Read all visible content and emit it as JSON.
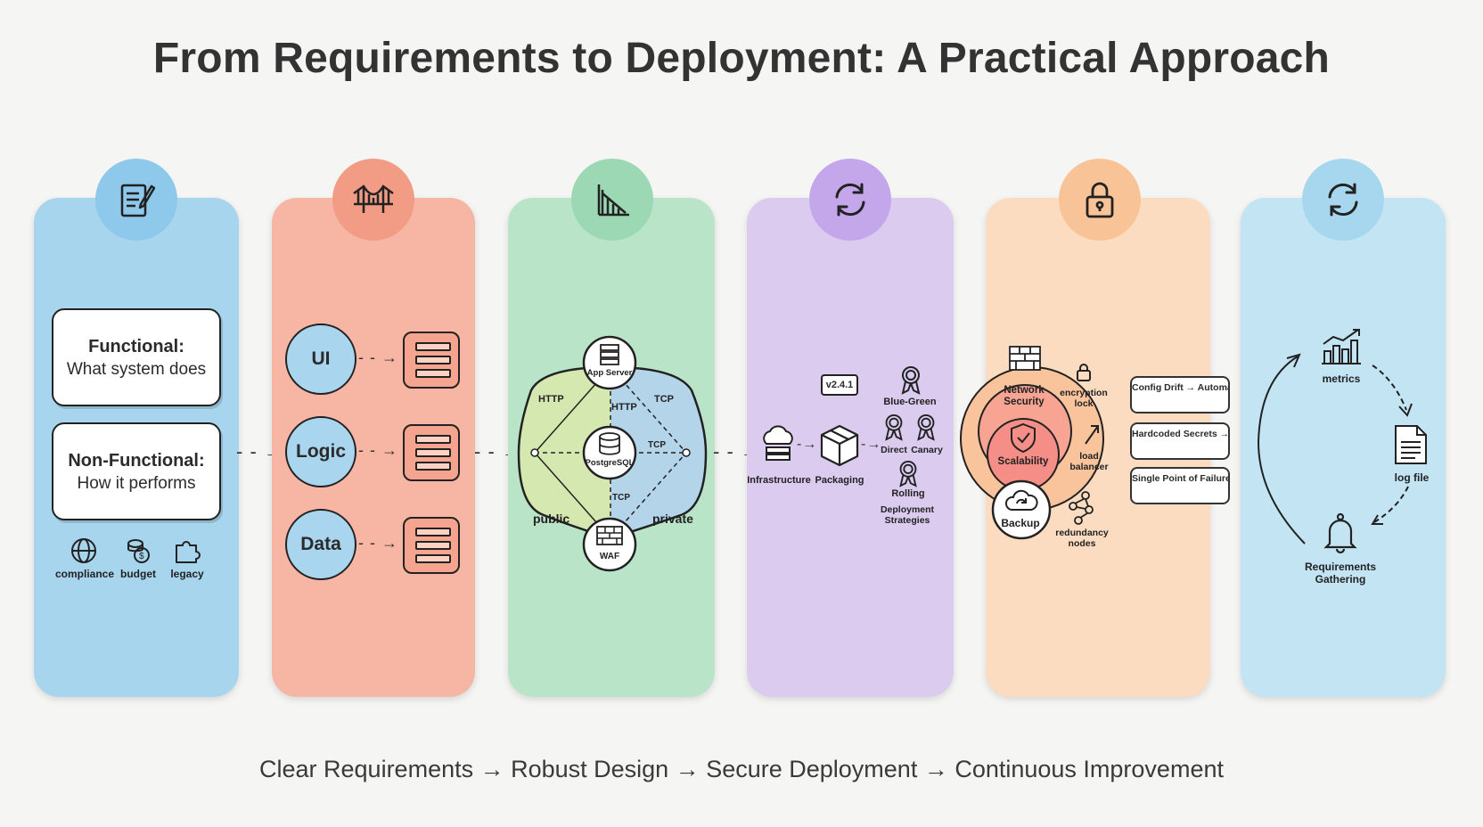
{
  "title": "From Requirements to Deployment: A Practical Approach",
  "footer": "Clear Requirements → Robust Design → Secure Deployment → Continuous Improvement",
  "colors": {
    "panel1": "#a8d5ee",
    "badge1": "#8ec8ea",
    "panel2": "#f7b6a3",
    "badge2": "#f29c86",
    "panel3": "#b9e4c8",
    "badge3": "#9bd8b3",
    "panel4": "#dacbef",
    "badge4": "#c3a7ea",
    "panel5": "#fbdcc0",
    "badge5": "#f8c397",
    "panel6": "#c2e4f3",
    "badge6": "#a6d7ee"
  },
  "panel1": {
    "functional_title": "Functional:",
    "functional_desc": "What system does",
    "nonfunctional_title": "Non-Functional:",
    "nonfunctional_desc": "How it performs",
    "icons": [
      "compliance",
      "budget",
      "legacy"
    ]
  },
  "panel2": {
    "layers": [
      "UI",
      "Logic",
      "Data"
    ]
  },
  "panel3": {
    "app_server": "App Server",
    "postgres": "PostgreSQL",
    "waf": "WAF",
    "http_left": "HTTP",
    "http_mid": "HTTP",
    "tcp_top": "TCP",
    "tcp_mid": "TCP",
    "tcp_low": "TCP",
    "public": "public",
    "private": "private"
  },
  "panel4": {
    "version": "v2.4.1",
    "infrastructure": "Infrastructure",
    "packaging": "Packaging",
    "blue_green": "Blue-Green",
    "direct": "Direct",
    "canary": "Canary",
    "rolling": "Rolling",
    "strategies": "Deployment Strategies"
  },
  "panel5": {
    "network_security": "Network Security",
    "encryption": "encryption lock",
    "scalability": "Scalability",
    "load_balancer": "load balancer",
    "backup": "Backup",
    "redundancy": "redundancy nodes",
    "notes": [
      "Config Drift → Automation",
      "Hardcoded Secrets → Secret Manager",
      "Single Point of Failure → Redundancy"
    ]
  },
  "panel6": {
    "metrics": "metrics",
    "log_file": "log file",
    "requirements": "Requirements Gathering"
  }
}
